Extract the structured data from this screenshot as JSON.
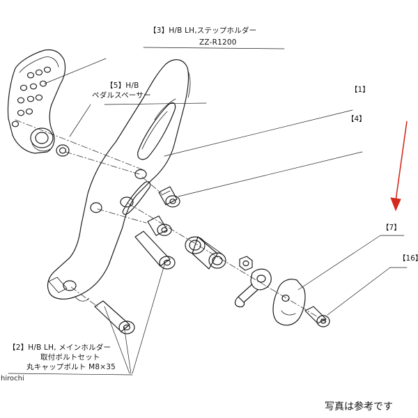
{
  "labels": {
    "part3_line1": "【3】H/B LH,ステップホルダー",
    "part3_line2": "ZZ-R1200",
    "part5_line1": "【5】H/B",
    "part5_line2": "ペダルスペーサー",
    "part1": "【1】",
    "part4": "【4】",
    "part7": "【7】",
    "part16": "【16】",
    "part2_line1": "【2】H/B LH, メインホルダー",
    "part2_line2": "取付ボルトセット",
    "part2_line3": "丸キャップボルト M8×35"
  },
  "watermark": "hirochi",
  "note": "写真は参考です",
  "colors": {
    "line": "#1a1a1a",
    "arrow": "#d42a1e",
    "background": "#ffffff"
  }
}
